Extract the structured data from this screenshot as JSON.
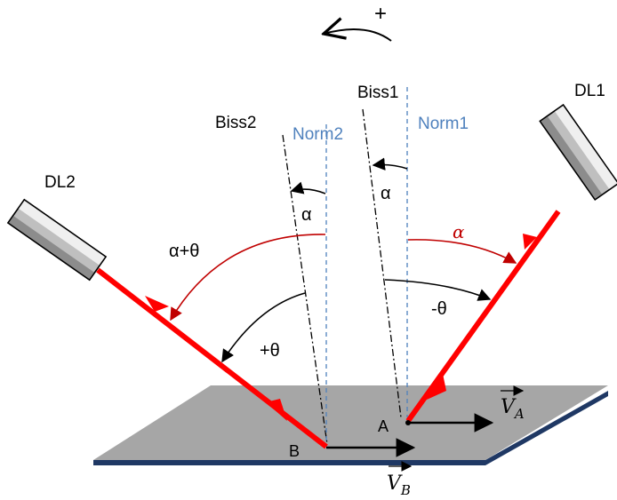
{
  "rotation_sign": "+",
  "lasers": {
    "dl1": "DL1",
    "dl2": "DL2"
  },
  "lines": {
    "biss1": "Biss1",
    "biss2": "Biss2",
    "norm1": "Norm1",
    "norm2": "Norm2"
  },
  "angles": {
    "alpha_upper": "α",
    "alpha_lower": "α",
    "alpha_right_italic": "α",
    "alpha_plus_theta": "α+θ",
    "minus_theta": "-θ",
    "plus_theta": "+θ"
  },
  "points": {
    "a": "A",
    "b": "B"
  },
  "velocities": {
    "va_letter": "V",
    "va_sub": "A",
    "vb_letter": "V",
    "vb_sub": "B"
  },
  "colors": {
    "beam": "#ff0000",
    "normal": "#4f81bd",
    "angle_arc": "#c00000",
    "plate": "#a6a6a6",
    "plate_edge": "#1f3864"
  }
}
